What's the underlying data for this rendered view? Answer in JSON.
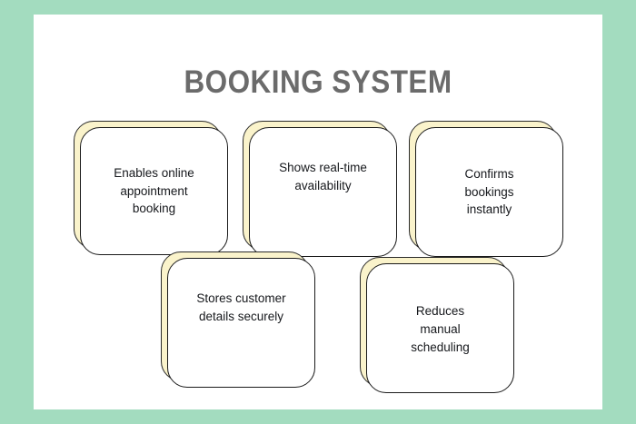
{
  "theme": {
    "frame_color": "#a3dcbf",
    "page_color": "#ffffff",
    "title_color": "#6b6b6b",
    "card_front_color": "#ffffff",
    "card_shadow_color": "#faf3cb",
    "card_border_color": "#1a1a1a",
    "card_text_color": "#16181c"
  },
  "title": "BOOKING SYSTEM",
  "cards": [
    {
      "id": "enables-online-appointment-booking",
      "text": "Enables online\nappointment\nbooking"
    },
    {
      "id": "shows-real-time-availability",
      "text": "Shows real-time\navailability"
    },
    {
      "id": "confirms-bookings-instantly",
      "text": "Confirms\nbookings\ninstantly"
    },
    {
      "id": "stores-customer-details-securely",
      "text": "Stores customer\ndetails securely"
    },
    {
      "id": "reduces-manual-scheduling",
      "text": "Reduces\nmanual\nscheduling"
    }
  ]
}
